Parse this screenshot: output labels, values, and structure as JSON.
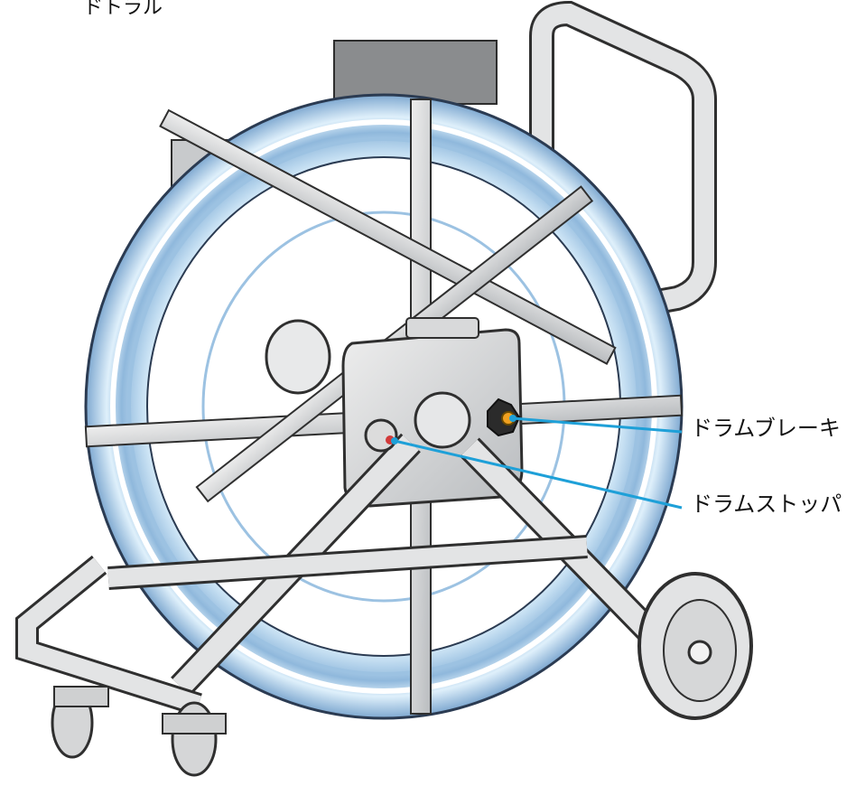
{
  "top_caption": "ドトラル",
  "callouts": [
    {
      "id": "drum-brake",
      "label": "ドラムブレーキ"
    },
    {
      "id": "drum-stopper",
      "label": "ドラムストッパ"
    }
  ],
  "colors": {
    "leader_line": "#1ea0d8",
    "reel_hose": "#8fb8dc",
    "reel_hose_light": "#dff0fb",
    "frame": "#d2d4d6",
    "frame_edge": "#3a3a3a",
    "brake_knob": "#2b2b2b",
    "brake_accent": "#f0a020",
    "stopper_accent": "#d23a3a"
  }
}
